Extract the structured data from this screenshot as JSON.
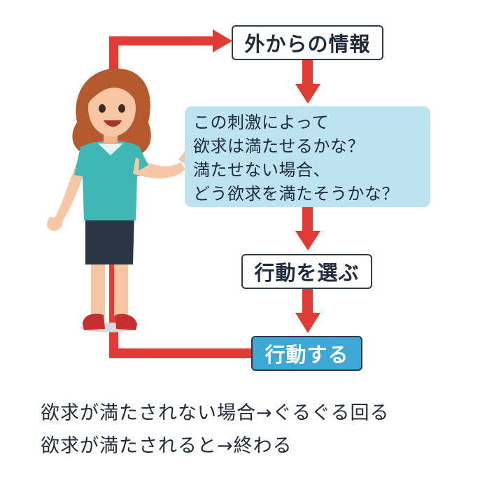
{
  "boxes": {
    "external_info": "外からの情報",
    "question_lines": [
      "この刺激によって",
      "欲求は満たせるかな？",
      "満たせない場合、",
      "どう欲求を満たそうかな？"
    ],
    "choose_action": "行動を選ぶ",
    "take_action": "行動する"
  },
  "captions": [
    "欲求が満たされない場合→ぐるぐる回る",
    "欲求が満たされると→終わる"
  ],
  "colors": {
    "arrow": "#e03b35",
    "highlight_box": "#3da7d6",
    "question_bg": "#bde3f0",
    "text": "#1f2a3a"
  }
}
